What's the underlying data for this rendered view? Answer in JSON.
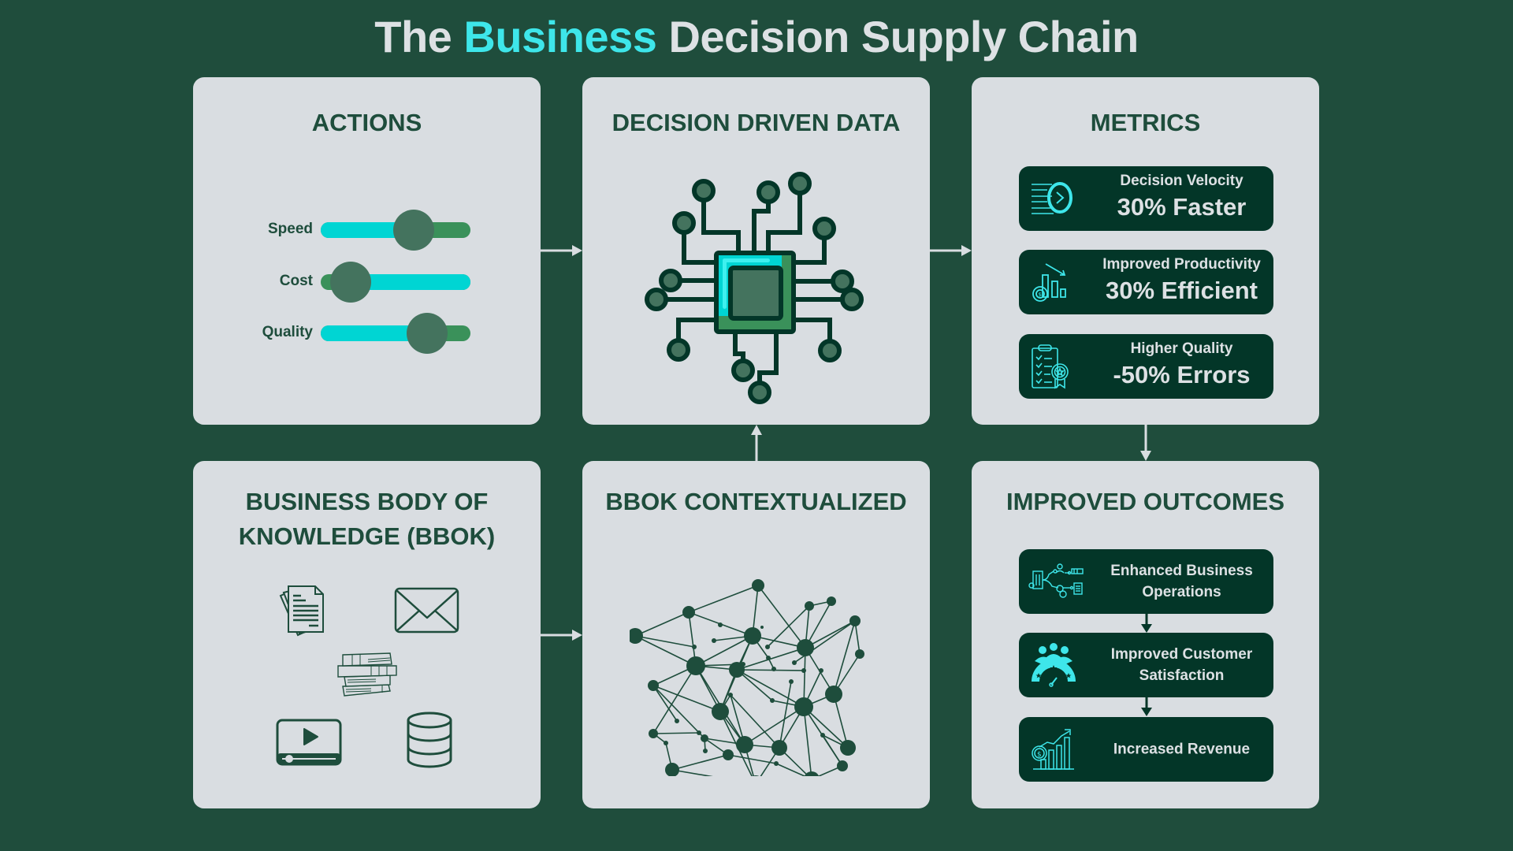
{
  "title": {
    "prefix": "The ",
    "highlight": "Business",
    "suffix": " Decision Supply Chain"
  },
  "colors": {
    "background": "#1f4d3c",
    "panel": "#d9dde1",
    "heading": "#1e4d3c",
    "accent": "#3ee6ea",
    "card": "#033628",
    "slider_fill": "#00d5d3",
    "slider_track": "#3a915a",
    "slider_knob": "#44735e"
  },
  "panels": {
    "actions": {
      "title": "ACTIONS",
      "sliders": [
        {
          "label": "Speed",
          "value": 0.62
        },
        {
          "label": "Cost",
          "value": 0.2
        },
        {
          "label": "Quality",
          "value": 0.71
        }
      ]
    },
    "decision_driven_data": {
      "title": "DECISION DRIVEN DATA",
      "icon": "circuit-chip-icon"
    },
    "metrics": {
      "title": "METRICS",
      "items": [
        {
          "label": "Decision Velocity",
          "value": "30% Faster",
          "icon": "speed-clock-icon"
        },
        {
          "label": "Improved Productivity",
          "value": "30% Efficient",
          "icon": "productivity-chart-icon"
        },
        {
          "label": "Higher Quality",
          "value": "-50% Errors",
          "icon": "quality-checklist-icon"
        }
      ]
    },
    "bbok": {
      "title_line1": "BUSINESS BODY OF",
      "title_line2": "KNOWLEDGE (BBOK)",
      "icons": [
        "documents-icon",
        "email-icon",
        "books-icon",
        "video-icon",
        "database-icon"
      ]
    },
    "bbok_contextualized": {
      "title": "BBOK CONTEXTUALIZED",
      "icon": "network-graph-icon"
    },
    "improved_outcomes": {
      "title": "IMPROVED OUTCOMES",
      "items": [
        {
          "line1": "Enhanced Business",
          "line2": "Operations",
          "icon": "business-operations-icon"
        },
        {
          "line1": "Improved Customer",
          "line2": "Satisfaction",
          "icon": "customer-satisfaction-icon"
        },
        {
          "line1": "Increased Revenue",
          "line2": "",
          "icon": "revenue-growth-icon"
        }
      ]
    }
  },
  "flow": [
    {
      "from": "actions",
      "to": "decision_driven_data",
      "direction": "right"
    },
    {
      "from": "decision_driven_data",
      "to": "metrics",
      "direction": "right"
    },
    {
      "from": "metrics",
      "to": "improved_outcomes",
      "direction": "down"
    },
    {
      "from": "bbok",
      "to": "bbok_contextualized",
      "direction": "right"
    },
    {
      "from": "bbok_contextualized",
      "to": "decision_driven_data",
      "direction": "up"
    }
  ]
}
